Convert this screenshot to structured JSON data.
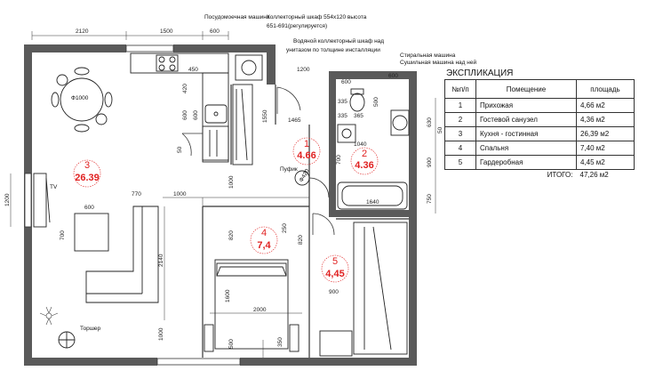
{
  "notes": {
    "dishwasher": "Посудомоечная машина",
    "collector_cabinet_1": "Коллекторный шкаф 554х120 высота",
    "collector_cabinet_2": "651-691(регулируется)",
    "water_cabinet_1": "Водяной коллекторный шкаф над",
    "water_cabinet_2": "унитазом по толщине инсталляции",
    "washer": "Стиральная машина",
    "dryer": "Сушильная машина над ней",
    "pouf": "Пуфик",
    "tv": "TV",
    "lamp": "Торшер",
    "table_diam": "Ф1000",
    "pouf_diam": "Ф420"
  },
  "dimensions": {
    "top_2120": "2120",
    "top_1500": "1500",
    "top_600": "600",
    "d450": "450",
    "d420": "420",
    "d600a": "600",
    "d600b": "600",
    "d50a": "50",
    "d1200_top": "1200",
    "d1550": "1550",
    "d1465": "1465",
    "d600_bath": "600",
    "d335a": "335",
    "d335b": "335",
    "d365": "365",
    "d500": "500",
    "d630": "630",
    "d50b": "50",
    "d1040": "1040",
    "d700_bath": "700",
    "d900": "900",
    "d1640": "1640",
    "d750": "750",
    "d1000_mid": "1000",
    "d770": "770",
    "d600_sofa": "600",
    "d700_sofa": "700",
    "d1200_left": "1200",
    "d2140": "2140",
    "d1000_bot": "1000",
    "d820a": "820",
    "d250": "250",
    "d820b": "820",
    "d1600": "1600",
    "d2000": "2000",
    "d500_bed": "500",
    "d350": "350",
    "d900_ward": "900",
    "d600_side": "600"
  },
  "rooms": [
    {
      "num": "1",
      "area": "4.66"
    },
    {
      "num": "2",
      "area": "4.36"
    },
    {
      "num": "3",
      "area": "26.39"
    },
    {
      "num": "4",
      "area": "7,4"
    },
    {
      "num": "5",
      "area": "4,45"
    }
  ],
  "explication": {
    "title": "ЭКСПЛИКАЦИЯ",
    "headers": [
      "№п/п",
      "Помещение",
      "площадь"
    ],
    "rows": [
      [
        "1",
        "Прихожая",
        "4,66 м2"
      ],
      [
        "2",
        "Гостевой санузел",
        "4,36 м2"
      ],
      [
        "3",
        "Кухня - гостинная",
        "26,39 м2"
      ],
      [
        "4",
        "Спальня",
        "7,40 м2"
      ],
      [
        "5",
        "Гардеробная",
        "4,45 м2"
      ]
    ],
    "total_label": "ИТОГО:",
    "total_value": "47,26 м2"
  }
}
